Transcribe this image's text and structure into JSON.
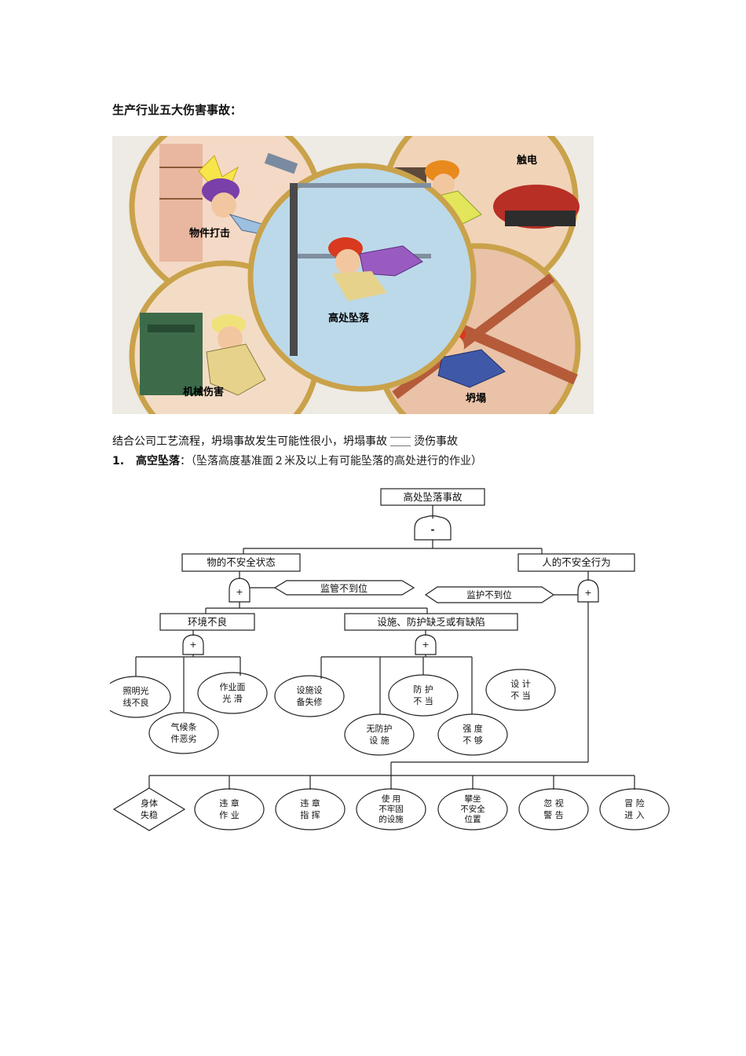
{
  "document": {
    "title": "生产行业五大伤害事故：",
    "paragraph_before": "结合公司工艺流程，坍塌事故发生可能性很小，坍塌事故",
    "paragraph_after": "烫伤事故",
    "heading": {
      "number": "1.",
      "term": "高空坠落",
      "colon": "：",
      "note": "（坠落高度基准面２米及以上有可能坠落的高处进行的作业）"
    }
  },
  "illustration": {
    "labels": [
      "物件打击",
      "触电",
      "高处坠落",
      "机械伤害",
      "坍塌"
    ],
    "colors": {
      "bg": "#eeeae4",
      "frame": "#c9a24a",
      "wall": "#e8b39a",
      "sky": "#bcd9ea",
      "beam": "#b55b3a",
      "hat_red": "#d9391e",
      "hat_purple": "#7a3fa8",
      "hat_yellow": "#f0e27a",
      "machine_green": "#3d6b4a"
    }
  },
  "fault_tree": {
    "top_event": "高处坠落事故",
    "top_gate": "-",
    "branch_left": "物的不安全状态",
    "branch_right": "人的不安全行为",
    "gate_plus": "+",
    "cond_left": "监管不到位",
    "cond_right": "监护不到位",
    "sub_env": "环境不良",
    "sub_fac": "设施、防护缺乏或有缺陷",
    "env_events": [
      [
        "照明光",
        "线不良"
      ],
      [
        "作业面",
        "光 滑"
      ],
      [
        "气候条",
        "件恶劣"
      ]
    ],
    "fac_events": [
      [
        "设施设",
        "备失修"
      ],
      [
        "无防护",
        "设 施"
      ],
      [
        "防 护",
        "不 当"
      ],
      [
        "强 度",
        "不 够"
      ],
      [
        "设 计",
        "不 当"
      ]
    ],
    "diamond_event": [
      "身体",
      "失稳"
    ],
    "act_events": [
      [
        "违 章",
        "作 业"
      ],
      [
        "违 章",
        "指 挥"
      ],
      [
        "使 用",
        "不牢固",
        "的设施"
      ],
      [
        "攀坐",
        "不安全",
        "位置"
      ],
      [
        "忽 视",
        "警 告"
      ],
      [
        "冒 险",
        "进 入"
      ]
    ]
  }
}
